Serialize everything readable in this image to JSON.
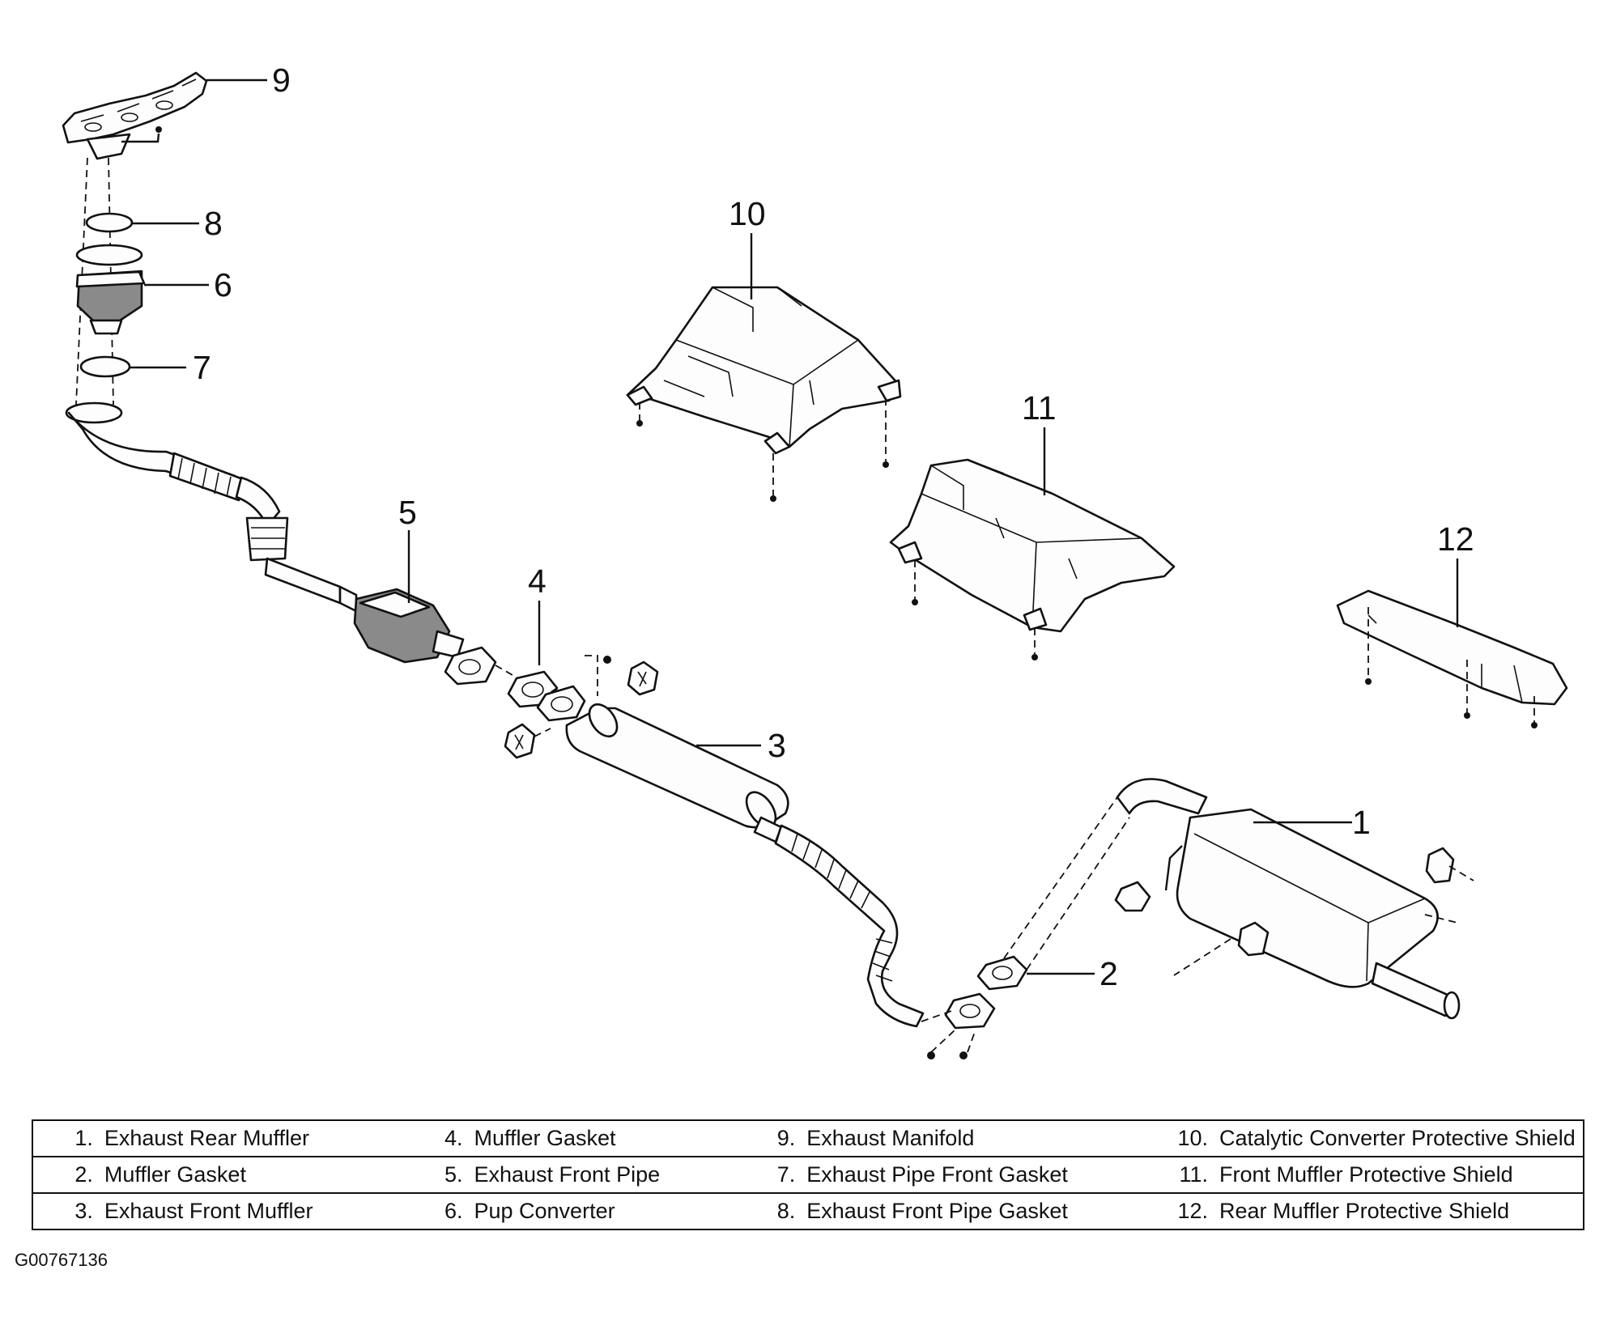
{
  "callouts": [
    "1",
    "2",
    "3",
    "4",
    "5",
    "6",
    "7",
    "8",
    "9",
    "10",
    "11",
    "12"
  ],
  "legend": [
    [
      {
        "num": "1.",
        "name": "Exhaust Rear Muffler"
      },
      {
        "num": "4.",
        "name": "Muffler Gasket"
      },
      {
        "num": "9.",
        "name": "Exhaust Manifold"
      },
      {
        "num": "10.",
        "name": "Catalytic Converter Protective Shield"
      }
    ],
    [
      {
        "num": "2.",
        "name": "Muffler Gasket"
      },
      {
        "num": "5.",
        "name": "Exhaust Front Pipe"
      },
      {
        "num": "7.",
        "name": "Exhaust Pipe Front Gasket"
      },
      {
        "num": "11.",
        "name": "Front Muffler Protective Shield"
      }
    ],
    [
      {
        "num": "3.",
        "name": "Exhaust Front Muffler"
      },
      {
        "num": "6.",
        "name": "Pup Converter"
      },
      {
        "num": "8.",
        "name": "Exhaust Front Pipe Gasket"
      },
      {
        "num": "12.",
        "name": "Rear Muffler Protective Shield"
      }
    ]
  ],
  "figure_id": "G00767136"
}
